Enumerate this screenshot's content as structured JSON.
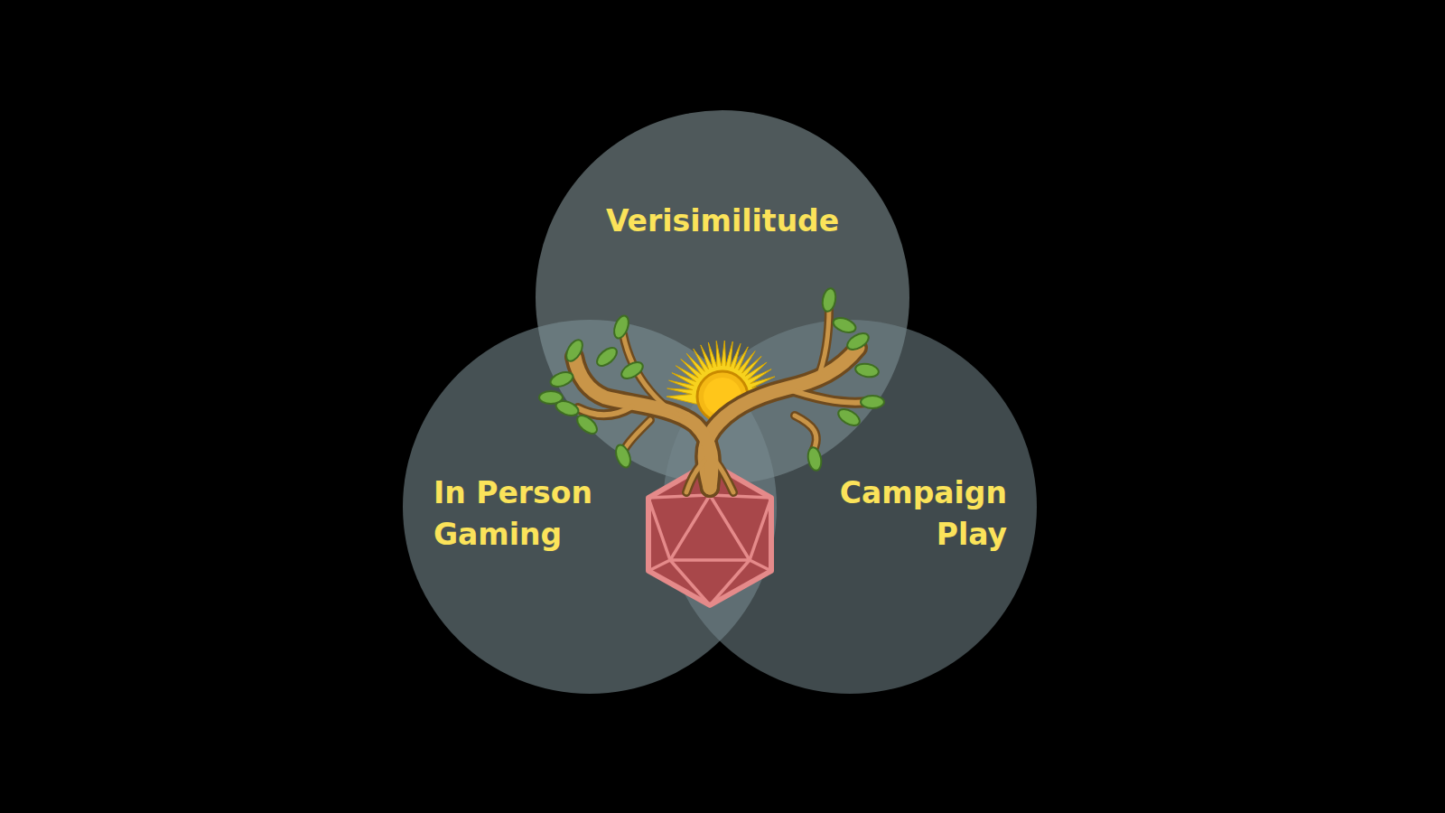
{
  "diagram": {
    "nodes": [
      {
        "text": [
          "Verisimilitude"
        ]
      },
      {
        "text": [
          "In Person Gaming"
        ]
      },
      {
        "text": [
          "Campaign Play"
        ]
      }
    ]
  }
}
